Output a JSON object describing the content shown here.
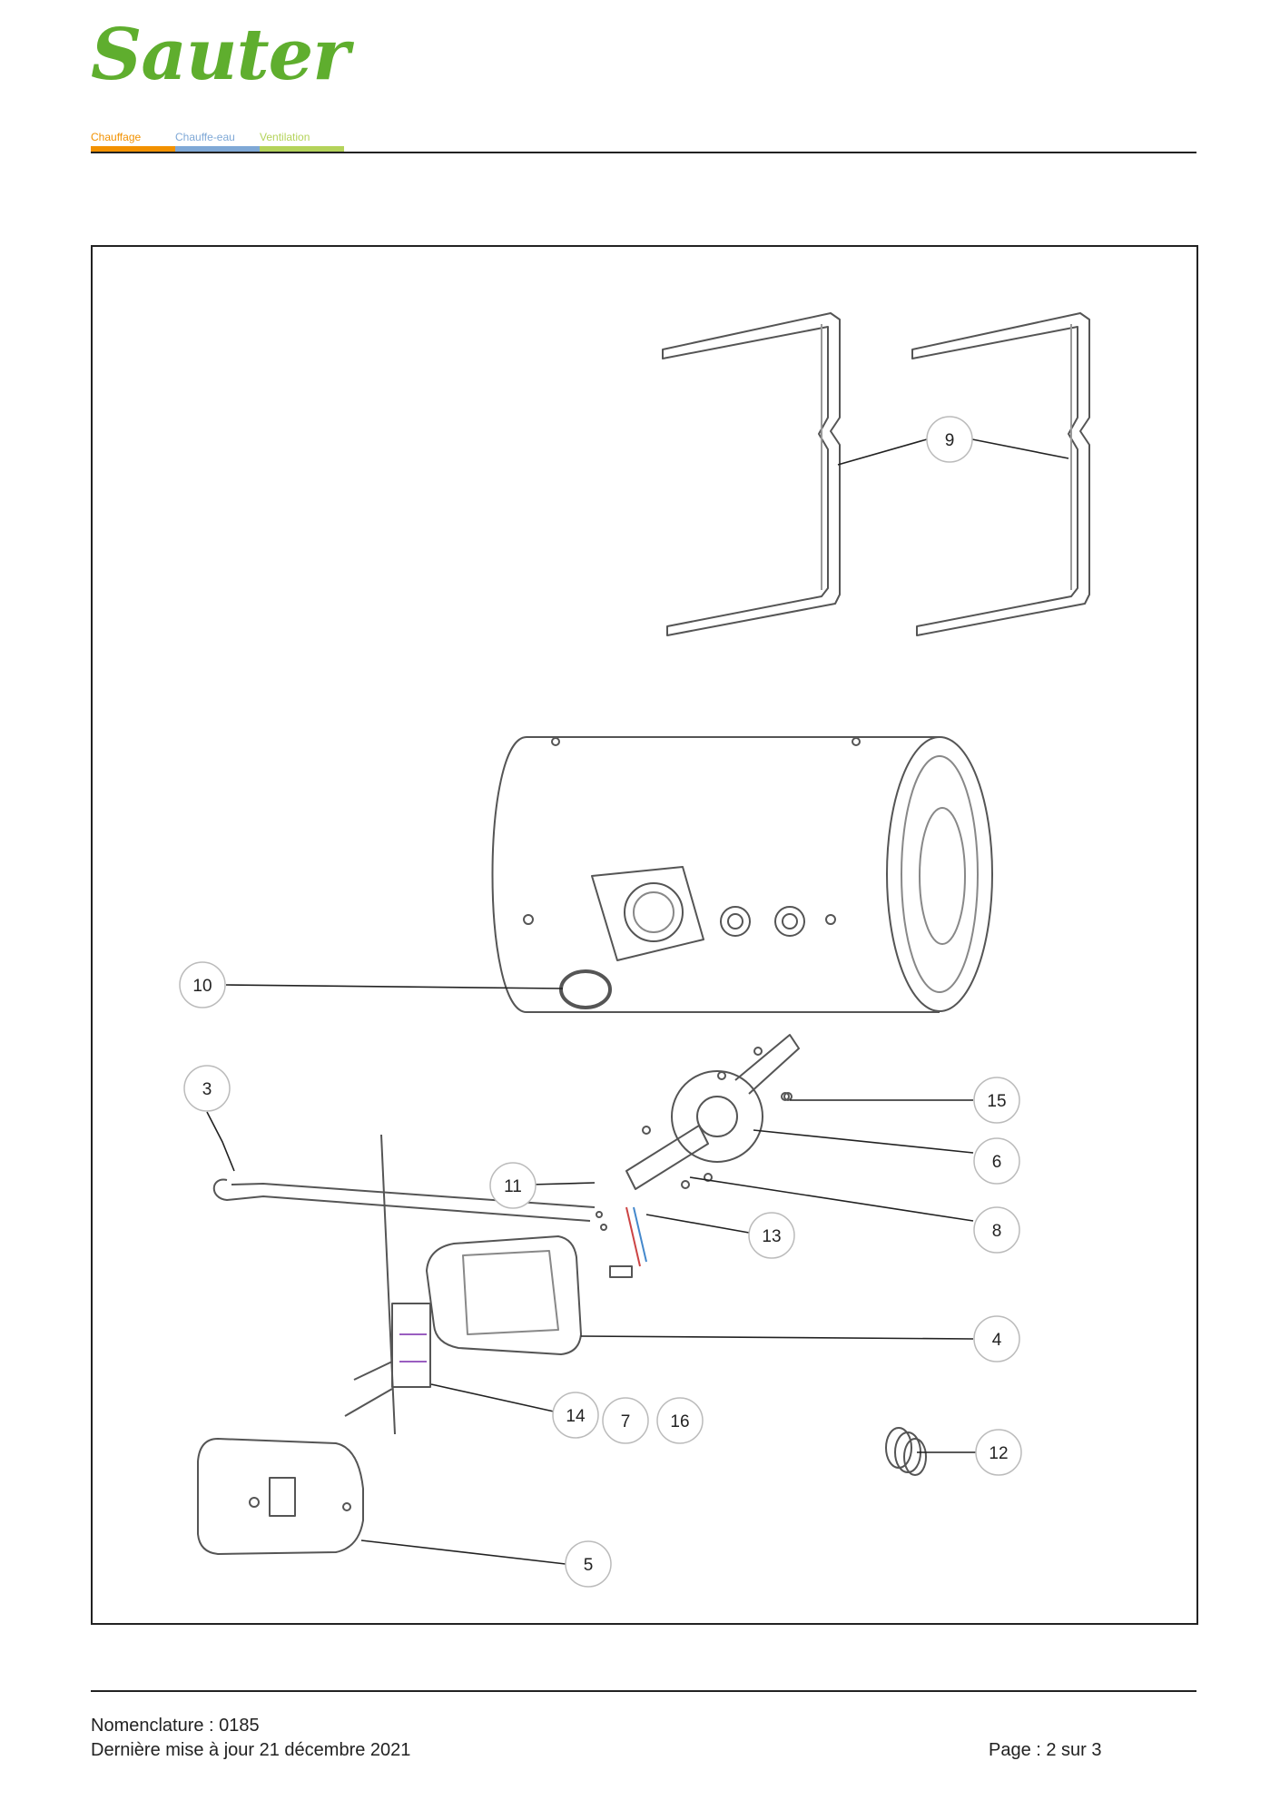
{
  "brand": {
    "name": "Sauter",
    "color": "#5fae2e",
    "categories": [
      {
        "label": "Chauffage",
        "color": "#f29100"
      },
      {
        "label": "Chauffe-eau",
        "color": "#7fa8d6"
      },
      {
        "label": "Ventilation",
        "color": "#b4d35a"
      }
    ]
  },
  "callouts": [
    {
      "label": "9"
    },
    {
      "label": "10"
    },
    {
      "label": "3"
    },
    {
      "label": "15"
    },
    {
      "label": "6"
    },
    {
      "label": "11"
    },
    {
      "label": "8"
    },
    {
      "label": "13"
    },
    {
      "label": "4"
    },
    {
      "label": "14"
    },
    {
      "label": "7"
    },
    {
      "label": "16"
    },
    {
      "label": "12"
    },
    {
      "label": "5"
    }
  ],
  "footer": {
    "nomenclature": "Nomenclature : 0185",
    "updated": "Dernière mise à jour 21 décembre 2021",
    "page": "Page : 2 sur 3"
  }
}
